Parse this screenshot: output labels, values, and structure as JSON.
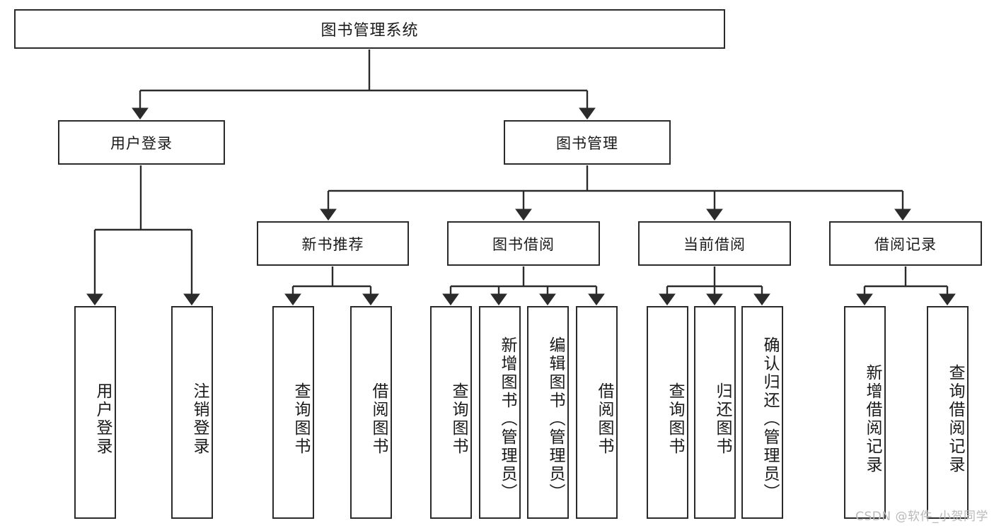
{
  "diagram": {
    "type": "tree-hierarchy-flowchart",
    "title": "图书管理系统",
    "stroke_color": "#2b2b2b",
    "background_color": "#ffffff",
    "nodes": {
      "root": {
        "label": "图书管理系统"
      },
      "level2": [
        {
          "id": "user-login",
          "label": "用户登录"
        },
        {
          "id": "book-manage",
          "label": "图书管理"
        }
      ],
      "level3": [
        {
          "id": "new-book-rec",
          "label": "新书推荐"
        },
        {
          "id": "book-borrow",
          "label": "图书借阅"
        },
        {
          "id": "current-borrow",
          "label": "当前借阅"
        },
        {
          "id": "borrow-record",
          "label": "借阅记录"
        }
      ],
      "leaves": {
        "user-login": [
          {
            "id": "leaf-user-login",
            "label": "用户登录"
          },
          {
            "id": "leaf-logout",
            "label": "注销登录"
          }
        ],
        "new-book-rec": [
          {
            "id": "leaf-query-book-1",
            "label": "查询图书"
          },
          {
            "id": "leaf-borrow-book-1",
            "label": "借阅图书"
          }
        ],
        "book-borrow": [
          {
            "id": "leaf-query-book-2",
            "label": "查询图书"
          },
          {
            "id": "leaf-add-book",
            "label": "新增图书（管理员）"
          },
          {
            "id": "leaf-edit-book",
            "label": "编辑图书（管理员）"
          },
          {
            "id": "leaf-borrow-book-2",
            "label": "借阅图书"
          }
        ],
        "current-borrow": [
          {
            "id": "leaf-query-book-3",
            "label": "查询图书"
          },
          {
            "id": "leaf-return-book",
            "label": "归还图书"
          },
          {
            "id": "leaf-confirm-return",
            "label": "确认归还（管理员）"
          }
        ],
        "borrow-record": [
          {
            "id": "leaf-add-record",
            "label": "新增借阅记录"
          },
          {
            "id": "leaf-query-record",
            "label": "查询借阅记录"
          }
        ]
      }
    }
  },
  "watermark": {
    "text": "CSDN @软件_小贺同学"
  }
}
